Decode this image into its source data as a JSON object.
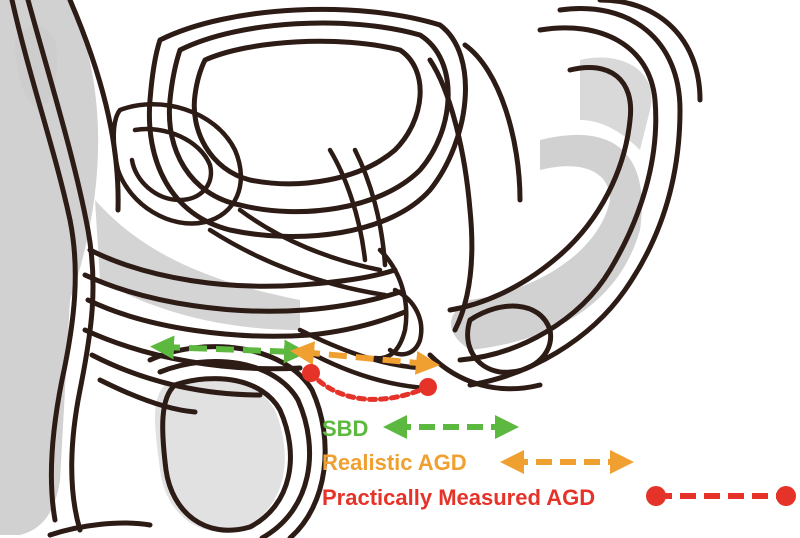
{
  "legend": {
    "sbd": {
      "label": "SBD",
      "color": "#5cb83e",
      "marker": "double-arrow"
    },
    "realistic_agd": {
      "label": "Realistic AGD",
      "color": "#f0a030",
      "marker": "double-arrow"
    },
    "practical_agd": {
      "label": "Practically Measured AGD",
      "color": "#e63329",
      "marker": "dot-ended-line"
    }
  },
  "colors": {
    "outline": "#2d1b16",
    "tissue_fill": "#c9c9c9",
    "background": "#ffffff"
  }
}
